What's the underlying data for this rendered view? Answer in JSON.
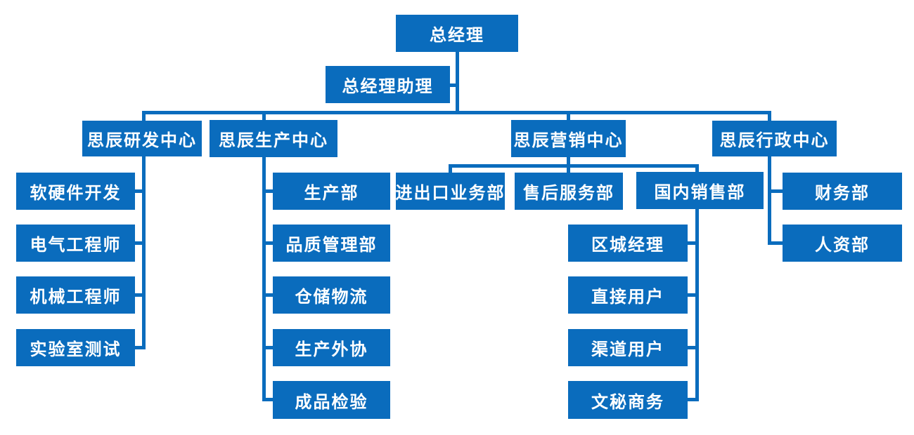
{
  "chart": {
    "type": "org-chart",
    "accent_color": "#0a6cbd",
    "text_color": "#ffffff",
    "background_color": "#ffffff",
    "nodes": {
      "gm": {
        "label": "总经理"
      },
      "gm_assistant": {
        "label": "总经理助理"
      },
      "rd_center": {
        "label": "思辰研发中心"
      },
      "production_center": {
        "label": "思辰生产中心"
      },
      "marketing_center": {
        "label": "思辰营销中心"
      },
      "admin_center": {
        "label": "思辰行政中心"
      },
      "rd_1": {
        "label": "软硬件开发"
      },
      "rd_2": {
        "label": "电气工程师"
      },
      "rd_3": {
        "label": "机械工程师"
      },
      "rd_4": {
        "label": "实验室测试"
      },
      "prod_1": {
        "label": "生产部"
      },
      "prod_2": {
        "label": "品质管理部"
      },
      "prod_3": {
        "label": "仓储物流"
      },
      "prod_4": {
        "label": "生产外协"
      },
      "prod_5": {
        "label": "成品检验"
      },
      "mkt_1": {
        "label": "进出口业务部"
      },
      "mkt_2": {
        "label": "售后服务部"
      },
      "mkt_3": {
        "label": "国内销售部"
      },
      "sales_1": {
        "label": "区城经理"
      },
      "sales_2": {
        "label": "直接用户"
      },
      "sales_3": {
        "label": "渠道用户"
      },
      "sales_4": {
        "label": "文秘商务"
      },
      "admin_1": {
        "label": "财务部"
      },
      "admin_2": {
        "label": "人资部"
      }
    },
    "structure": {
      "root": "gm",
      "assistant_of_root": "gm_assistant",
      "children": {
        "gm": [
          "rd_center",
          "production_center",
          "marketing_center",
          "admin_center"
        ],
        "rd_center": [
          "rd_1",
          "rd_2",
          "rd_3",
          "rd_4"
        ],
        "production_center": [
          "prod_1",
          "prod_2",
          "prod_3",
          "prod_4",
          "prod_5"
        ],
        "marketing_center": [
          "mkt_1",
          "mkt_2",
          "mkt_3"
        ],
        "mkt_3": [
          "sales_1",
          "sales_2",
          "sales_3",
          "sales_4"
        ],
        "admin_center": [
          "admin_1",
          "admin_2"
        ]
      }
    }
  }
}
